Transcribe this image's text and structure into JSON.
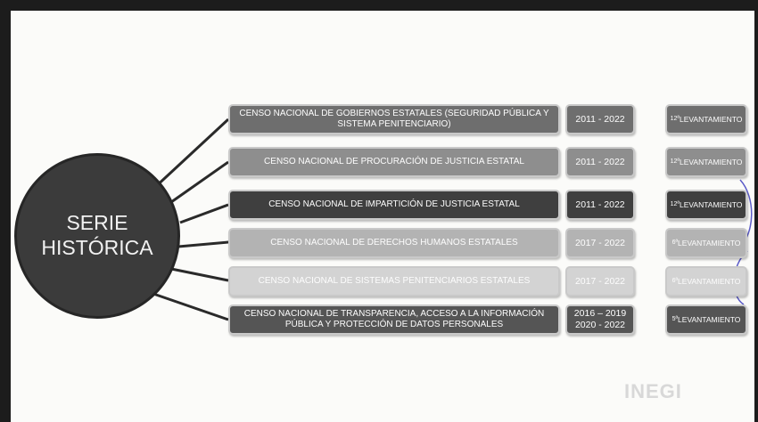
{
  "center": {
    "line1": "SERIE",
    "line2": "HISTÓRICA"
  },
  "rows": [
    {
      "name": "CENSO NACIONAL DE GOBIERNOS ESTATALES (SEGURIDAD PÚBLICA Y SISTEMA PENITENCIARIO)",
      "years": "2011 - 2022",
      "num": "12ª",
      "lev": "LEVANTAMIENTO",
      "color": "#6e6e6e"
    },
    {
      "name": "CENSO NACIONAL DE PROCURACIÓN DE JUSTICIA ESTATAL",
      "years": "2011 - 2022",
      "num": "12ª",
      "lev": "LEVANTAMIENTO",
      "color": "#8e8e8e"
    },
    {
      "name": "CENSO NACIONAL DE IMPARTICIÓN DE JUSTICIA ESTATAL",
      "years": "2011 - 2022",
      "num": "12ª",
      "lev": "LEVANTAMIENTO",
      "color": "#3f3f3f"
    },
    {
      "name": "CENSO NACIONAL DE DERECHOS HUMANOS ESTATALES",
      "years": "2017 - 2022",
      "num": "6ª",
      "lev": "LEVANTAMIENTO",
      "color": "#b3b3b3"
    },
    {
      "name": "CENSO NACIONAL DE SISTEMAS PENITENCIARIOS ESTATALES",
      "years": "2017 - 2022",
      "num": "6ª",
      "lev": "LEVANTAMIENTO",
      "color": "#d3d3d3"
    },
    {
      "name": "CENSO NACIONAL DE TRANSPARENCIA, ACCESO A LA INFORMACIÓN PÚBLICA Y PROTECCIÓN DE DATOS PERSONALES",
      "years": "2016 – 2019 2020 - 2022",
      "num": "5ª",
      "lev": "LEVANTAMIENTO",
      "color": "#555555"
    }
  ],
  "logo": "INEGI"
}
